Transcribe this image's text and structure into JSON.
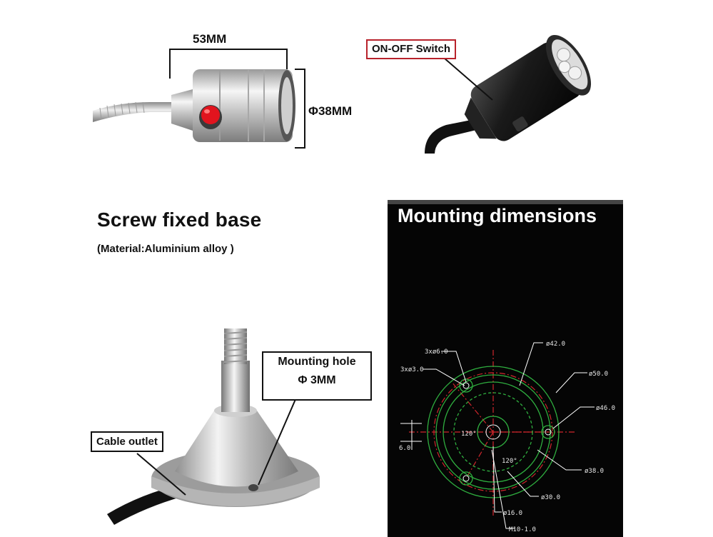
{
  "top": {
    "width_label": "53MM",
    "diameter_label": "Φ38MM",
    "switch_label": "ON-OFF Switch"
  },
  "base": {
    "title": "Screw fixed base",
    "material": "(Material:Aluminium alloy )",
    "mounting_hole_line1": "Mounting hole",
    "mounting_hole_line2": "Φ 3MM",
    "cable_outlet": "Cable outlet"
  },
  "panel": {
    "title": "Mounting dimensions",
    "labels": {
      "d42": "ø42.0",
      "d50": "ø50.0",
      "d46": "ø46.0",
      "d38": "ø38.0",
      "d30": "ø30.0",
      "d16": "ø16.0",
      "m10": "M10-1.0",
      "h6": "3xø6.0",
      "h3": "3xø3.0",
      "a1": "120°",
      "a2": "120°",
      "side": "6.0"
    }
  }
}
